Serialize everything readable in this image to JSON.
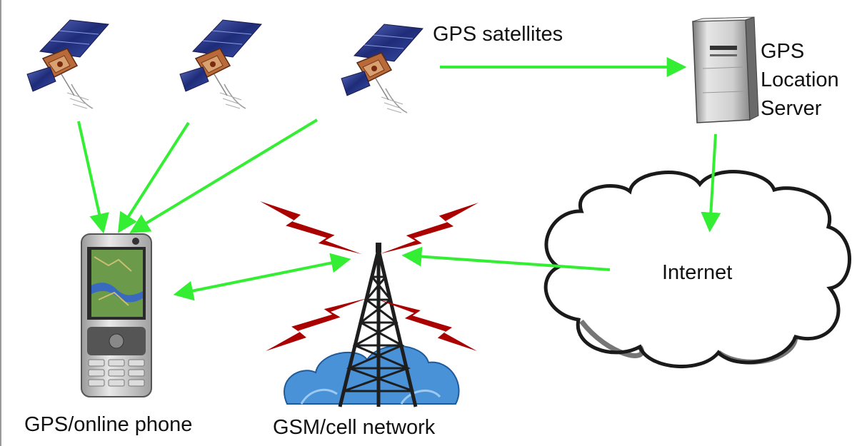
{
  "labels": {
    "satellites": "GPS satellites",
    "server_line1": "GPS",
    "server_line2": "Location",
    "server_line3": "Server",
    "internet": "Internet",
    "phone": "GPS/online phone",
    "network": "GSM/cell network"
  },
  "colors": {
    "arrow": "#33ee33",
    "signal": "#aa0000",
    "tower": "#1e1e1e",
    "tower_cloud": "#3a8ad0",
    "satellite_panel": "#2a3a8a",
    "satellite_body": "#b86a3a"
  },
  "icons": [
    "satellite-icon",
    "server-icon",
    "cloud-icon",
    "phone-icon",
    "cell-tower-icon"
  ]
}
